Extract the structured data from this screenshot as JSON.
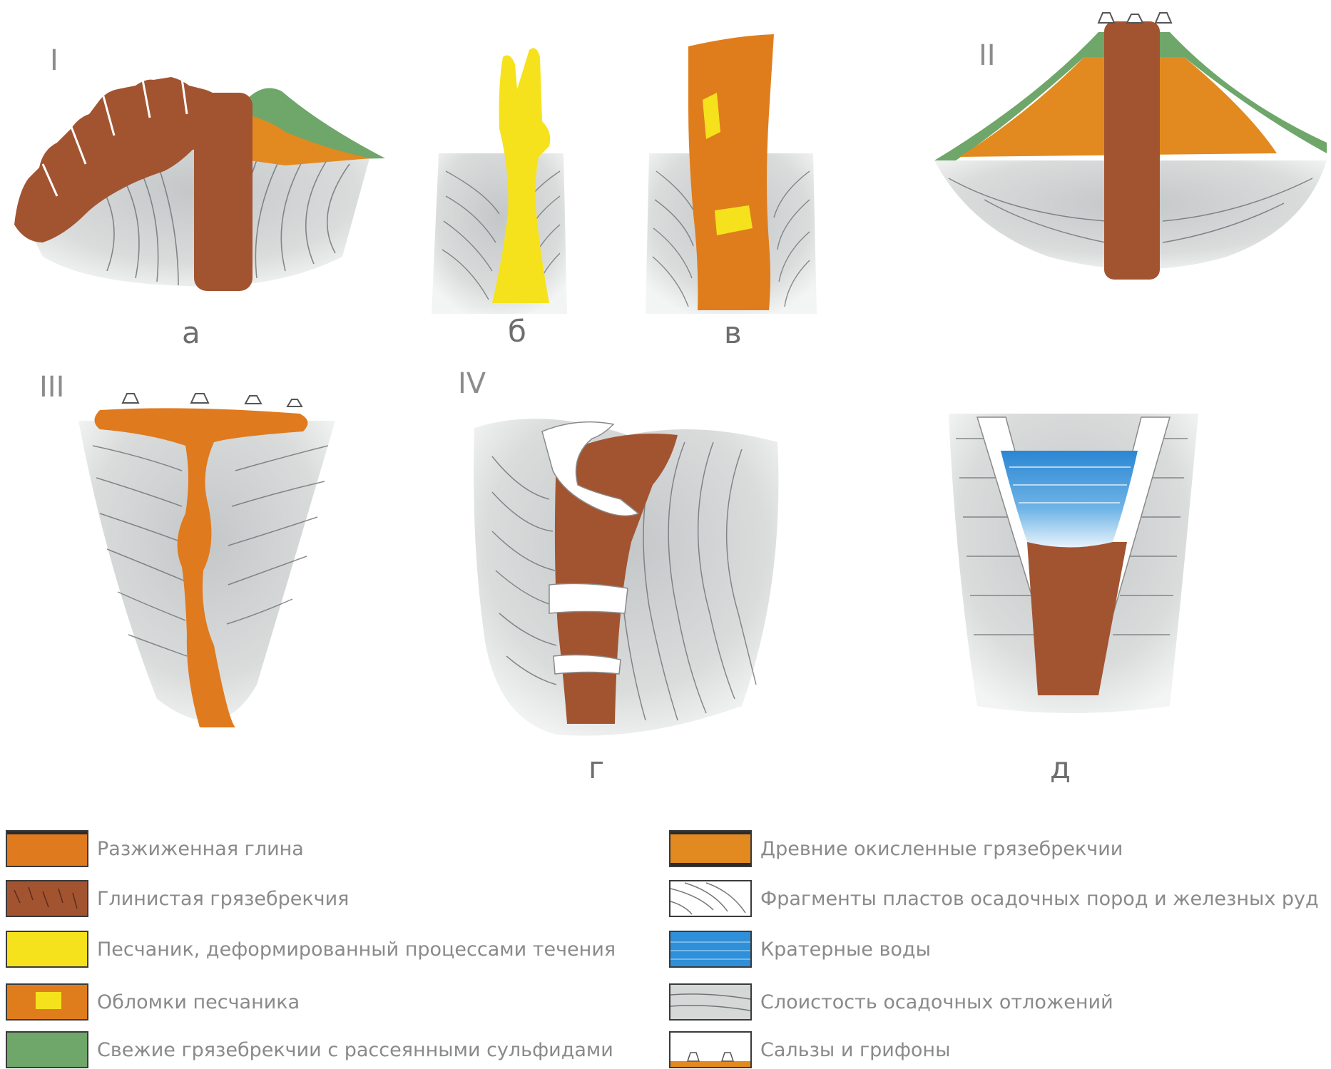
{
  "colors": {
    "liquefied_mud": "#e07a1e",
    "clay_breccia": "#a25431",
    "sandstone": "#f6e21c",
    "sandstone_fragments_bg": "#df7d1d",
    "fresh_breccia": "#6fa66a",
    "ancient_oxidized_breccia": "#e28a1f",
    "crater_water": "#2f8fd8",
    "sediment_gray": "#d6d8d8",
    "outline": "#3a3a3a"
  },
  "group_labels": {
    "I": "I",
    "II": "II",
    "III": "III",
    "IV": "IV"
  },
  "sub_labels": {
    "a": "а",
    "b": "б",
    "v": "в",
    "g": "г",
    "d": "д"
  },
  "legend": [
    {
      "key": "liquefied_mud",
      "label": "Разжиженная глина",
      "icon": "orange-stipple-swatch"
    },
    {
      "key": "clay_breccia",
      "label": "Глинистая грязебрекчия",
      "icon": "brown-clasts-swatch"
    },
    {
      "key": "sandstone",
      "label": "Песчаник, деформированный процессами течения",
      "icon": "yellow-swatch"
    },
    {
      "key": "sandstone_fragments",
      "label": "Обломки песчаника",
      "icon": "orange-with-yellow-blocks-swatch"
    },
    {
      "key": "fresh_breccia",
      "label": "Свежие грязебрекчии с рассеянными сульфидами",
      "icon": "green-stipple-swatch"
    },
    {
      "key": "ancient_oxidized_breccia",
      "label": "Древние окисленные грязебрекчии",
      "icon": "orange-dark-rim-swatch"
    },
    {
      "key": "strata_fragments",
      "label": "Фрагменты пластов осадочных пород и железных руд",
      "icon": "curved-lines-swatch"
    },
    {
      "key": "crater_water",
      "label": "Кратерные воды",
      "icon": "blue-wave-swatch"
    },
    {
      "key": "sediment_layers",
      "label": "Слоистость осадочных отложений",
      "icon": "gray-layered-swatch"
    },
    {
      "key": "salses",
      "label": "Сальзы и грифоны",
      "icon": "small-cones-swatch"
    }
  ]
}
